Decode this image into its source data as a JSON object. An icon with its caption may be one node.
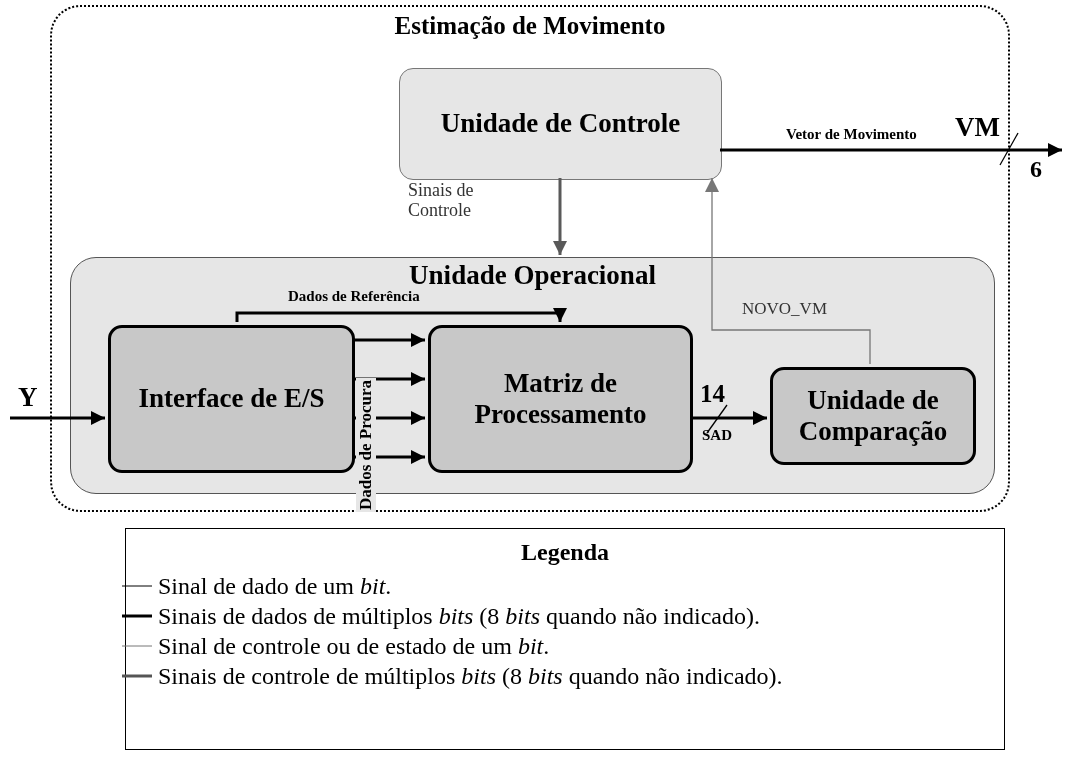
{
  "diagram": {
    "nodes": [
      {
        "text": [
          "Estimação de Movimento"
        ]
      },
      {
        "text": [
          "Unidade de Controle"
        ],
        "in": 0
      },
      {
        "text": [
          "Unidade Operacional"
        ],
        "in": 0
      },
      {
        "text": [
          "Interface de E/S"
        ],
        "in": 2
      },
      {
        "text": [
          "Matriz de Processamento"
        ],
        "in": 2
      },
      {
        "text": [
          "Unidade de Comparação"
        ],
        "in": 2
      }
    ],
    "edges": [
      {
        "from": null,
        "to": 3,
        "arrow": "to",
        "label": "Y"
      },
      {
        "from": 1,
        "to": null,
        "arrow": "to",
        "label": "Vetor de Movimento"
      },
      {
        "from": 1,
        "to": 2,
        "arrow": "to",
        "label": "Sinais de Controle",
        "color": "#595959"
      },
      {
        "from": 3,
        "to": 4,
        "arrow": "to",
        "label": "Dados de Referência"
      },
      {
        "from": 3,
        "to": 4,
        "arrow": "to"
      },
      {
        "from": 3,
        "to": 4,
        "arrow": "to"
      },
      {
        "from": 3,
        "to": 4,
        "arrow": "to"
      },
      {
        "from": 3,
        "to": 4,
        "arrow": "to"
      },
      {
        "from": 4,
        "to": 5,
        "arrow": "to"
      },
      {
        "from": 5,
        "to": 1,
        "arrow": "to",
        "label": "NOVO_VM",
        "color": "#777777"
      }
    ],
    "labels": [
      "VM",
      "6",
      "Dados de Procura",
      "14",
      "SAD",
      "Legenda"
    ],
    "legend": [
      {
        "text": "Sinal de dado de um *bit*."
      },
      {
        "text": "Sinais de dados de múltiplos *bits* (8 *bits* quando não indicado)."
      },
      {
        "text": "Sinal de controle ou de estado de um *bit*."
      },
      {
        "text": "Sinais de controle de múltiplos *bits* (8 *bits* quando não indicado)."
      }
    ]
  }
}
